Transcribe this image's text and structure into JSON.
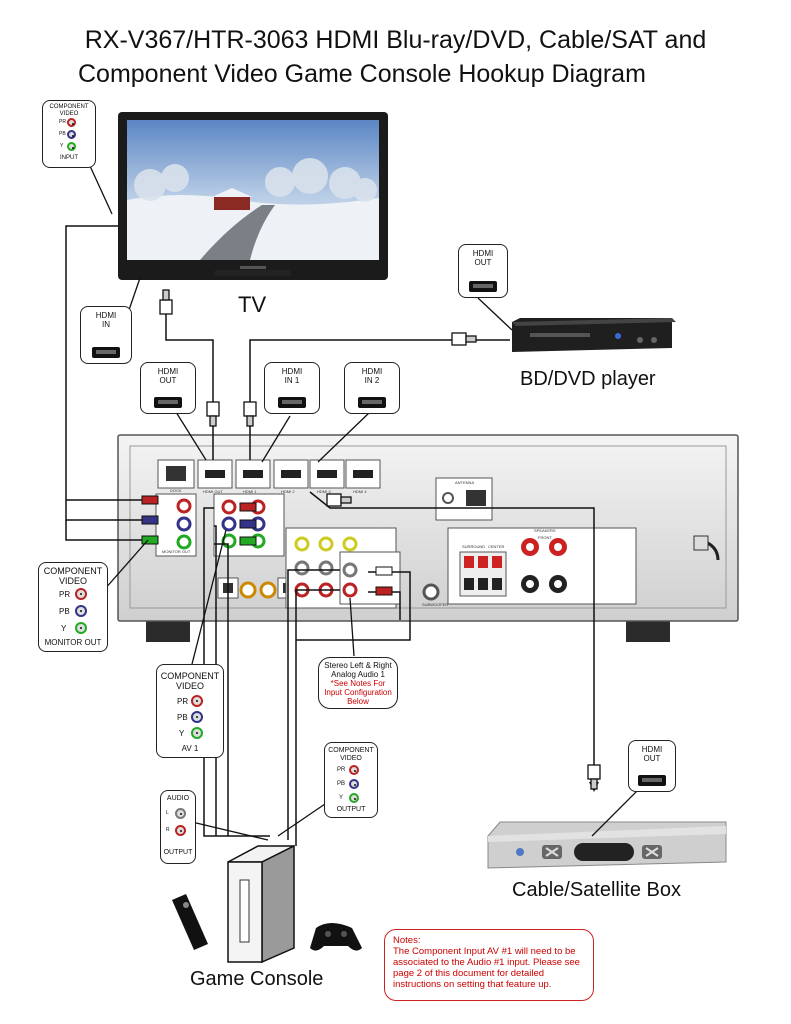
{
  "title": {
    "line1": "RX-V367/HTR-3063 HDMI Blu-ray/DVD, Cable/SAT and",
    "line2": "Component Video Game Console Hookup Diagram"
  },
  "devices": {
    "tv": "TV",
    "bd_player": "BD/DVD player",
    "cable_box": "Cable/Satellite Box",
    "game_console": "Game Console"
  },
  "callouts": {
    "tv_component": {
      "l1": "COMPONENT",
      "l2": "VIDEO",
      "pr": "PR",
      "pb": "PB",
      "y": "Y",
      "bottom": "INPUT"
    },
    "tv_hdmi_in": {
      "l1": "HDMI",
      "l2": "IN"
    },
    "bd_hdmi_out": {
      "l1": "HDMI",
      "l2": "OUT"
    },
    "rx_hdmi_out": {
      "l1": "HDMI",
      "l2": "OUT"
    },
    "rx_hdmi_in1": {
      "l1": "HDMI",
      "l2": "IN 1"
    },
    "rx_hdmi_in2": {
      "l1": "HDMI",
      "l2": "IN 2"
    },
    "rx_monitor_out": {
      "l1": "COMPONENT",
      "l2": "VIDEO",
      "pr": "PR",
      "pb": "PB",
      "y": "Y",
      "bottom": "MONITOR OUT"
    },
    "rx_av1": {
      "l1": "COMPONENT",
      "l2": "VIDEO",
      "pr": "PR",
      "pb": "PB",
      "y": "Y",
      "bottom": "AV 1"
    },
    "game_component": {
      "l1": "COMPONENT",
      "l2": "VIDEO",
      "pr": "PR",
      "pb": "PB",
      "y": "Y",
      "bottom": "OUTPUT"
    },
    "game_audio": {
      "l1": "AUDIO",
      "left": "L",
      "right": "R",
      "bottom": "OUTPUT"
    },
    "cable_hdmi_out": {
      "l1": "HDMI",
      "l2": "OUT"
    }
  },
  "stereo_note": {
    "l1": "Stereo Left & Right",
    "l2": "Analog Audio 1",
    "l3": "*See Notes For",
    "l4": "Input Configuration",
    "l5": "Below"
  },
  "notes": {
    "heading": "Notes:",
    "body": "The Component Input AV #1 will need to be associated to the Audio #1 input.  Please see page 2 of this document for detailed instructions on setting that feature up."
  },
  "receiver_panel": {
    "antenna": "ANTENNA",
    "speakers": "SPEAKERS",
    "front": "FRONT",
    "surround": "SURROUND",
    "center": "CENTER",
    "subwoofer": "SUBWOOFER",
    "dock": "DOCK",
    "monitor_out": "MONITOR OUT",
    "hdmi_out": "HDMI OUT",
    "hdmi1": "HDMI 1",
    "hdmi2": "HDMI 2",
    "hdmi3": "HDMI 3",
    "hdmi4": "HDMI 4"
  },
  "colors": {
    "line": "#111111",
    "note_red": "#cc0000",
    "receiver_body": "#f2f2f2",
    "tv_frame": "#1b1b1b"
  }
}
